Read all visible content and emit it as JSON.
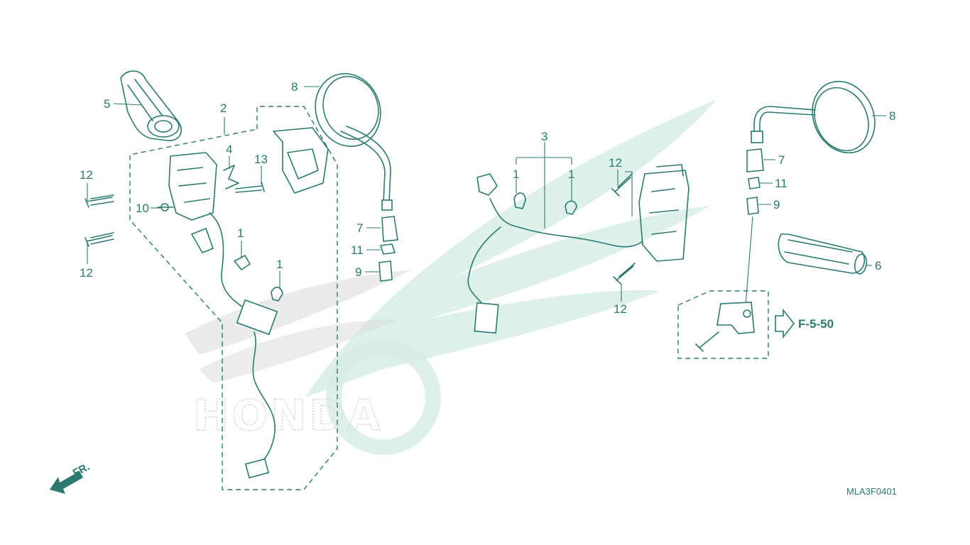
{
  "diagram_code": "MLA3F0401",
  "reference": "F-5-50",
  "front_marker": "FR.",
  "watermark": "HONDA",
  "colors": {
    "line": "#2a7a70",
    "watermark_green": "#cfe9df",
    "watermark_dots": "#c9c9c9"
  },
  "icons": {
    "reference_arrow": "hollow-right-arrow",
    "front_arrow": "solid-left-down-arrow"
  },
  "callouts": {
    "c1a": "1",
    "c1b": "1",
    "c1c": "1",
    "c1d": "1",
    "c2": "2",
    "c3": "3",
    "c4": "4",
    "c5": "5",
    "c6": "6",
    "c7l": "7",
    "c7r": "7",
    "c8l": "8",
    "c8r": "8",
    "c9l": "9",
    "c9r": "9",
    "c10": "10",
    "c11l": "11",
    "c11r": "11",
    "c12a": "12",
    "c12b": "12",
    "c12c": "12",
    "c12d": "12",
    "c13": "13"
  }
}
